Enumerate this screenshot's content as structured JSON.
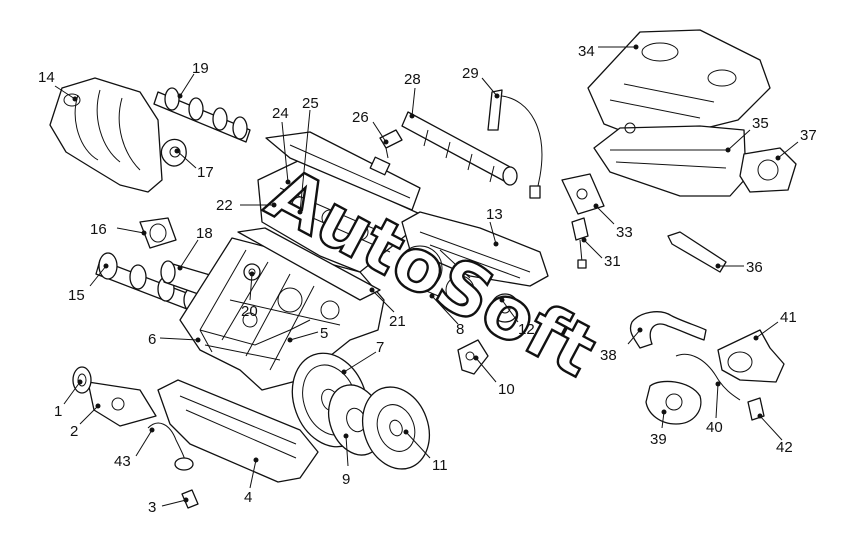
{
  "diagram": {
    "watermark": "AutoSoft",
    "callouts": [
      {
        "id": "c1",
        "text": "1"
      },
      {
        "id": "c2",
        "text": "2"
      },
      {
        "id": "c3",
        "text": "3"
      },
      {
        "id": "c4",
        "text": "4"
      },
      {
        "id": "c5",
        "text": "5"
      },
      {
        "id": "c6",
        "text": "6"
      },
      {
        "id": "c7",
        "text": "7"
      },
      {
        "id": "c8",
        "text": "8"
      },
      {
        "id": "c9",
        "text": "9"
      },
      {
        "id": "c10",
        "text": "10"
      },
      {
        "id": "c11",
        "text": "11"
      },
      {
        "id": "c12",
        "text": "12"
      },
      {
        "id": "c13",
        "text": "13"
      },
      {
        "id": "c14",
        "text": "14"
      },
      {
        "id": "c15",
        "text": "15"
      },
      {
        "id": "c16",
        "text": "16"
      },
      {
        "id": "c17",
        "text": "17"
      },
      {
        "id": "c18",
        "text": "18"
      },
      {
        "id": "c19",
        "text": "19"
      },
      {
        "id": "c20",
        "text": "20"
      },
      {
        "id": "c21",
        "text": "21"
      },
      {
        "id": "c22",
        "text": "22"
      },
      {
        "id": "c24",
        "text": "24"
      },
      {
        "id": "c25",
        "text": "25"
      },
      {
        "id": "c26",
        "text": "26"
      },
      {
        "id": "c28",
        "text": "28"
      },
      {
        "id": "c29",
        "text": "29"
      },
      {
        "id": "c31",
        "text": "31"
      },
      {
        "id": "c33",
        "text": "33"
      },
      {
        "id": "c34",
        "text": "34"
      },
      {
        "id": "c35",
        "text": "35"
      },
      {
        "id": "c36",
        "text": "36"
      },
      {
        "id": "c37",
        "text": "37"
      },
      {
        "id": "c38",
        "text": "38"
      },
      {
        "id": "c39",
        "text": "39"
      },
      {
        "id": "c40",
        "text": "40"
      },
      {
        "id": "c41",
        "text": "41"
      },
      {
        "id": "c42",
        "text": "42"
      },
      {
        "id": "c43",
        "text": "43"
      }
    ]
  }
}
